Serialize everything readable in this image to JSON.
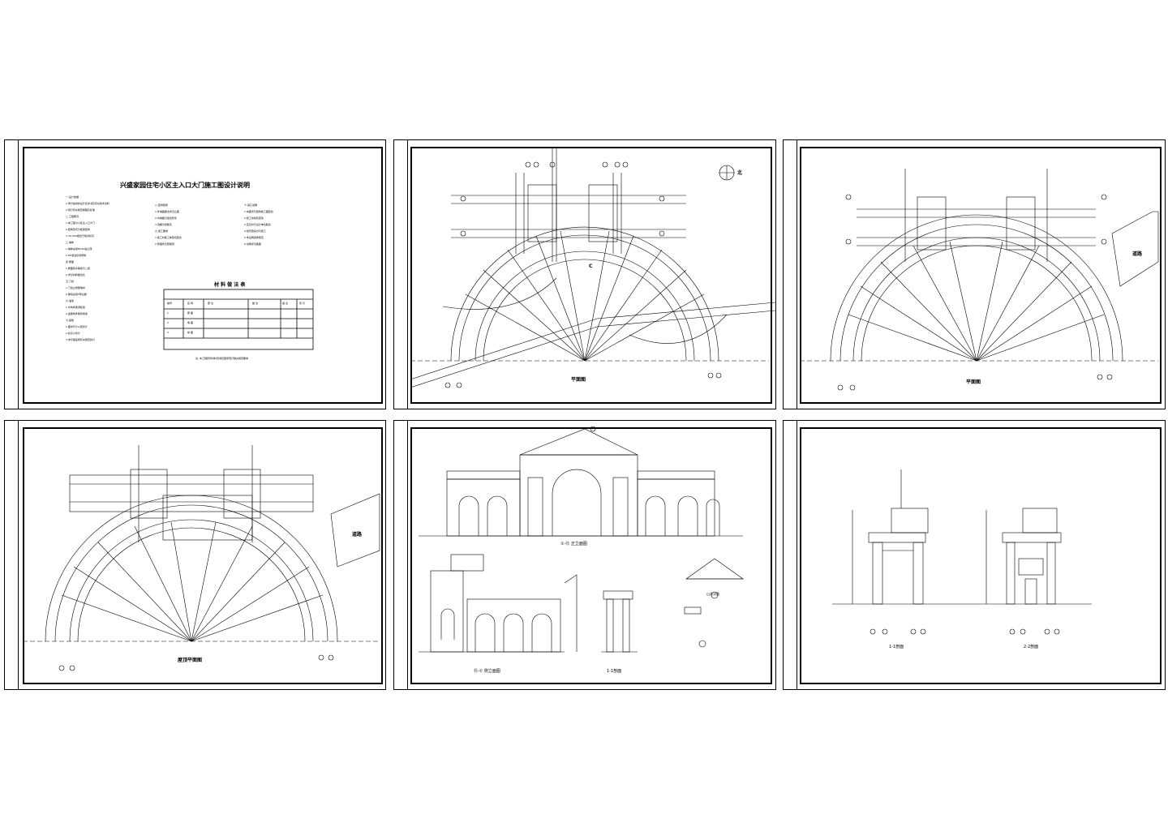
{
  "sheet1": {
    "title": "兴盛家园住宅小区主入口大门施工图设计说明",
    "table_title": "材 料 做 法 表",
    "notes_col1": [
      "一.设计依据",
      "1.甲方提供的设计任务书及有关技术资料",
      "2.现行有关规范规程及标准",
      "二.工程概况",
      "1.本工程为小区主入口大门",
      "2.结构形式为框架结构",
      "3.±0.000相当于绝对标高",
      "三.墙体",
      "1.墙体采用MU10粘土砖",
      "2.M5混合砂浆砌筑",
      "四.屋面",
      "1.屋面防水等级为二级",
      "2.详见材料做法表",
      "五.门窗",
      "1.门窗立樘居墙中",
      "2.玻璃采用5厚白玻",
      "六.油漆",
      "1.木构件刷调和漆",
      "2.金属构件刷防锈漆",
      "七.其他",
      "1.图中尺寸以毫米计",
      "2.标高以米计",
      "3.未尽事宜按有关规范执行"
    ],
    "notes_col2": [
      "八.装饰装修",
      "1.外墙面做法详见立面",
      "2.内墙面为混合砂浆",
      "3.顶棚为纸筋灰",
      "九.施工要求",
      "1.施工时各工种密切配合",
      "2.预埋件及预留洞"
    ],
    "notes_col3": [
      "十.其它说明",
      "1.本图须与结构施工图配合",
      "2.施工中如有变动",
      "3.应及时与设计单位联系",
      "4.经同意后方可施工",
      "5.未注明者按规范",
      "6.说明详见各图"
    ],
    "table_header": [
      "编号",
      "名 称",
      "部 位",
      "做 法",
      "备 注",
      "索 引"
    ],
    "table_rows": [
      [
        "1",
        "屋 面",
        "",
        "",
        "",
        ""
      ],
      [
        "2",
        "墙 面",
        "",
        "",
        "",
        ""
      ],
      [
        "3",
        "地 面",
        "",
        "",
        "",
        ""
      ]
    ],
    "table_footnote": "注: 本工程所有材料须满足国家现行相关规范要求"
  },
  "sheet2": {
    "north_label": "北",
    "caption": "平面图",
    "section_c": "C"
  },
  "sheet3": {
    "caption": "平面图",
    "corner_label": "道路"
  },
  "sheet4": {
    "caption": "屋顶平面图",
    "corner_label": "道路"
  },
  "sheet5": {
    "caption_front": "①-⑮ 正立面图",
    "caption_side": "⑮-① 侧立面图",
    "caption_section": "1-1剖面",
    "caption_detail": "山花详图"
  },
  "sheet6": {
    "caption_left": "1-1剖面",
    "caption_right": "2-2剖面"
  }
}
